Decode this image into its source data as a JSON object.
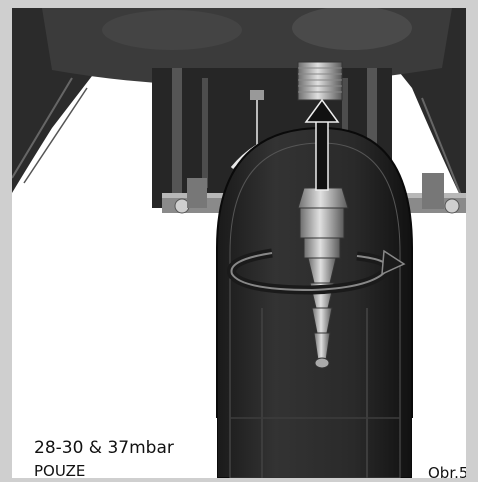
{
  "caption": {
    "pressure": "28-30 & 37mbar",
    "note": "POUZE",
    "figure_number": "Obr.5"
  },
  "icons": {
    "up_arrow": "arrow-up-icon",
    "rotation": "rotate-arrow-icon"
  }
}
